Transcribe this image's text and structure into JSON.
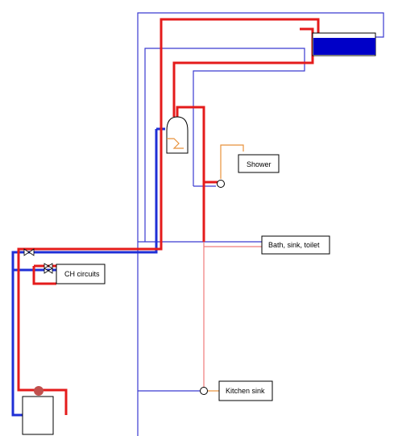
{
  "labels": {
    "shower": "Shower",
    "bath": "Bath, sink, toilet",
    "ch": "CH circuits",
    "kitchen": "Kitchen sink"
  },
  "colors": {
    "hot": "#e41b1b",
    "cold": "#1f2fd6",
    "light_red": "#f07a7a",
    "orange": "#e8913a",
    "tank_fill": "#0000c8",
    "boiler_dot": "#c0504d"
  }
}
